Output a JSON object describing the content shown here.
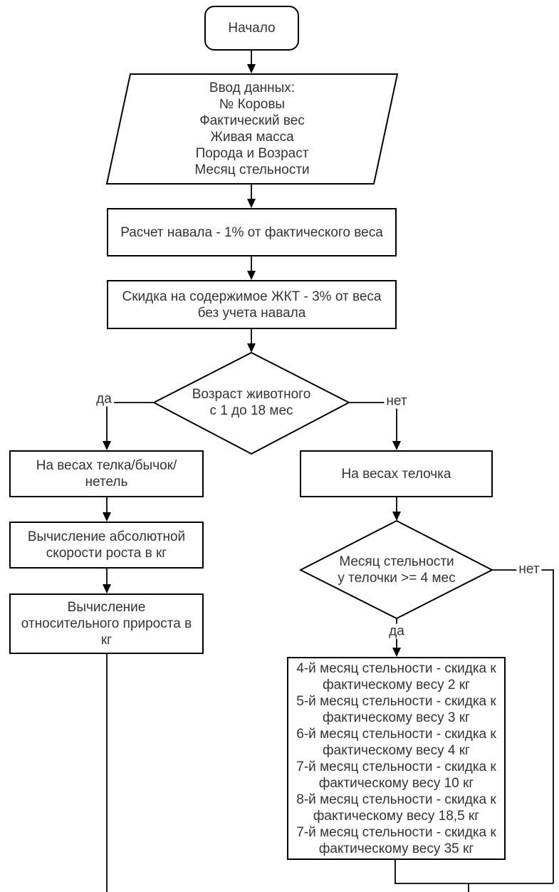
{
  "diagram": {
    "type": "flowchart",
    "language": "ru",
    "colors": {
      "background": "#ffffff",
      "stroke": "#000000",
      "shape_fill": "#ffffff",
      "text": "#333333"
    },
    "nodes": {
      "start": {
        "shape": "rounded-rect",
        "text": "Начало"
      },
      "input_data": {
        "shape": "parallelogram",
        "text": "Ввод данных:\n№ Коровы\nФактический вес\nЖивая масса\nПорода и Возраст\nМесяц стельности"
      },
      "calc_naval": {
        "shape": "rect",
        "text": "Расчет навала - 1% от фактического веса"
      },
      "gi_discount": {
        "shape": "rect",
        "text": "Скидка на содержимое ЖКТ - 3% от веса\nбез учета навала"
      },
      "age_decision": {
        "shape": "diamond",
        "text": "Возраст животного\nс 1 до 18 мес"
      },
      "scales_heifer_bull": {
        "shape": "rect",
        "text": "На весах телка/бычок/\nнетель"
      },
      "abs_growth": {
        "shape": "rect",
        "text": "Вычисление абсолютной\nскорости роста в кг"
      },
      "rel_growth": {
        "shape": "rect",
        "text": "Вычисление\nотносительного прироста в\nкг"
      },
      "scales_telochka": {
        "shape": "rect",
        "text": "На весах телочка"
      },
      "pregnancy_decision": {
        "shape": "diamond",
        "text": "Месяц стельности\nу телочки >= 4 мес"
      },
      "pregnancy_discounts": {
        "shape": "rect",
        "text": "4-й месяц стельности - скидка к\nфактическому весу 2 кг\n5-й месяц стельности - скидка к\nфактическому весу 3 кг\n6-й месяц стельности - скидка к\nфактическому весу 4 кг\n7-й месяц стельности - скидка к\nфактическому весу 10 кг\n8-й месяц стельности - скидка к\nфактическому весу 18,5 кг\n7-й месяц стельности - скидка к\nфактическому весу 35 кг"
      }
    },
    "edge_labels": {
      "age_yes": "да",
      "age_no": "нет",
      "pregnancy_yes": "да",
      "pregnancy_no": "нет"
    }
  }
}
